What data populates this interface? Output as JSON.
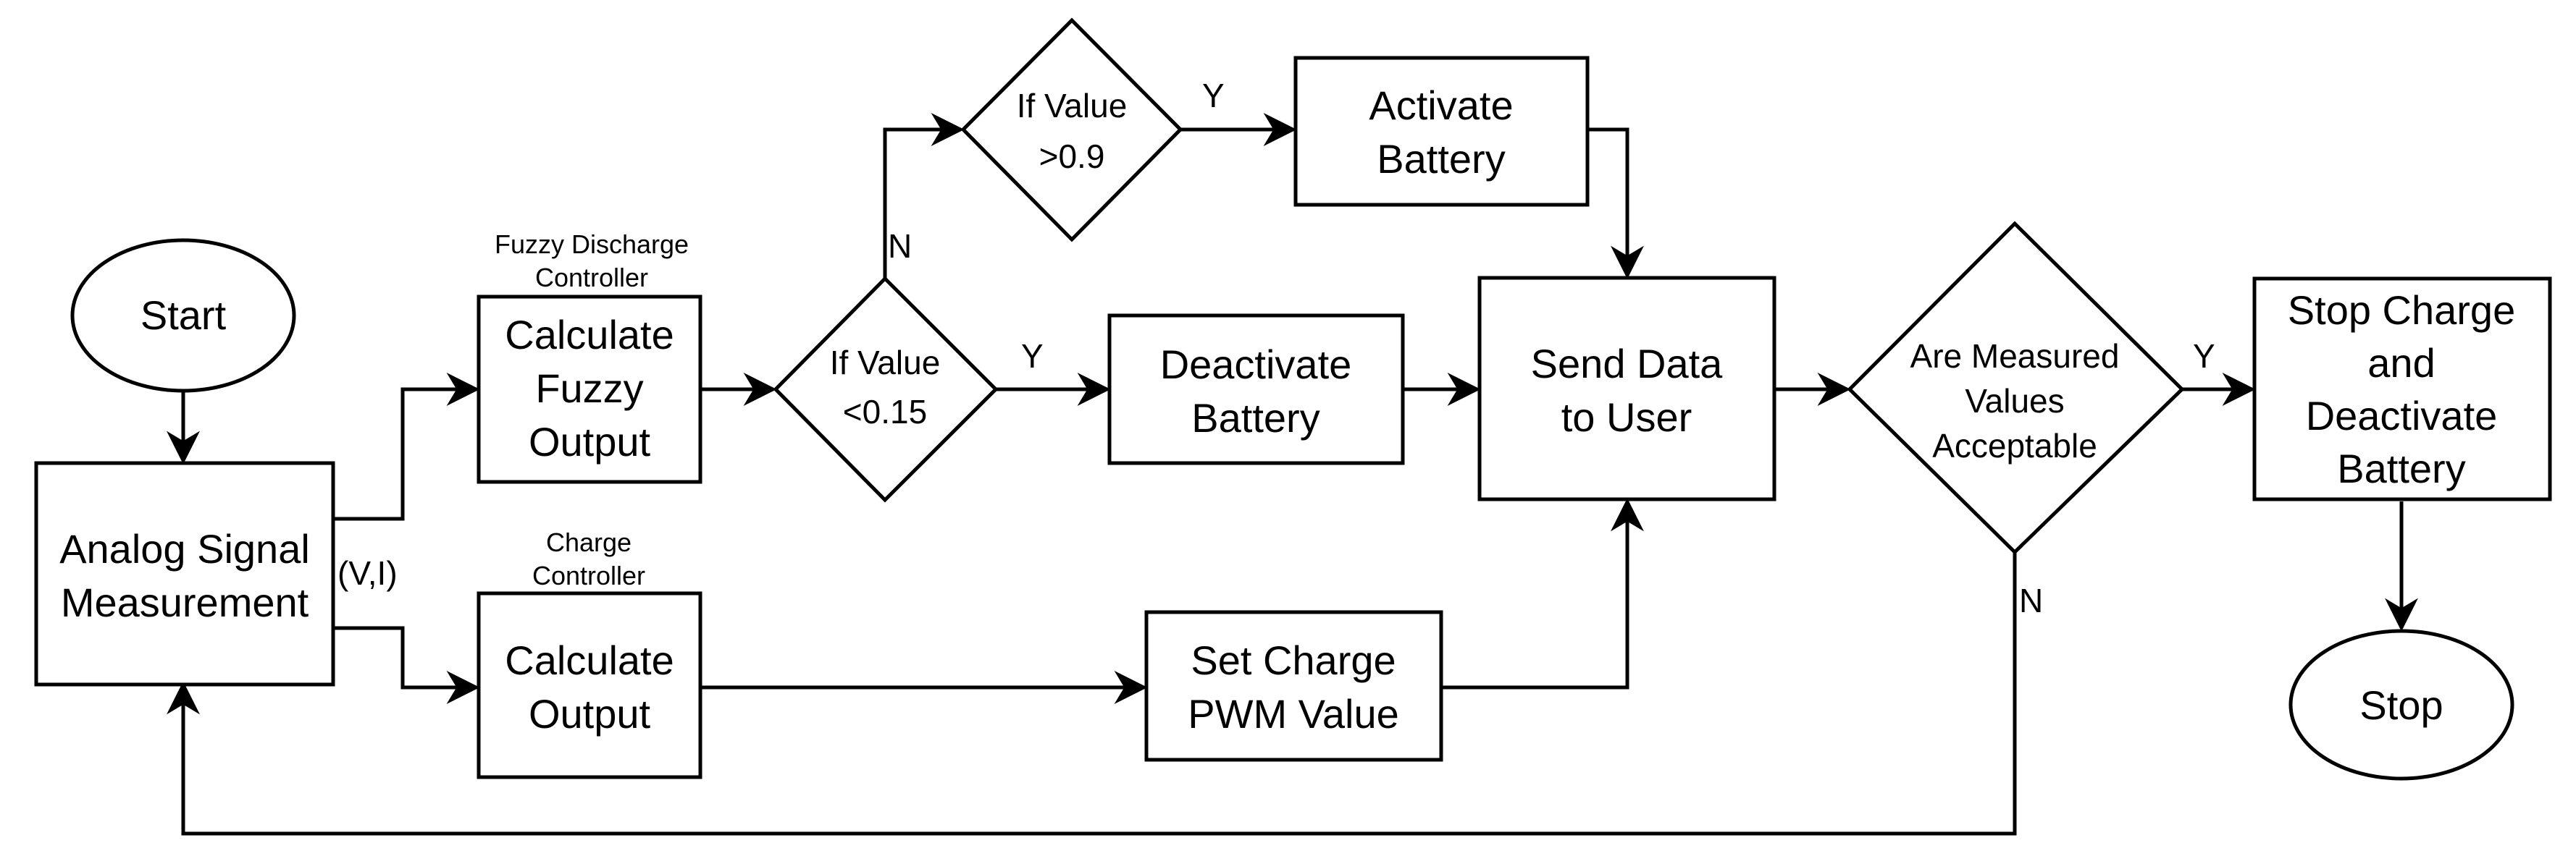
{
  "nodes": {
    "start": "Start",
    "analog": [
      "Analog Signal",
      "Measurement"
    ],
    "fuzzy_caption": [
      "Fuzzy Discharge",
      "Controller"
    ],
    "fuzzy": [
      "Calculate",
      "Fuzzy",
      "Output"
    ],
    "charge_caption": [
      "Charge",
      "Controller"
    ],
    "charge_calc": [
      "Calculate",
      "Output"
    ],
    "cond_low": [
      "If Value",
      "<0.15"
    ],
    "cond_high": [
      "If Value",
      ">0.9"
    ],
    "activate": [
      "Activate",
      "Battery"
    ],
    "deactivate": [
      "Deactivate",
      "Battery"
    ],
    "pwm": [
      "Set Charge",
      "PWM Value"
    ],
    "send": [
      "Send Data",
      "to User"
    ],
    "acceptable": [
      "Are Measured",
      "Values",
      "Acceptable"
    ],
    "stop_charge": [
      "Stop Charge",
      "and",
      "Deactivate",
      "Battery"
    ],
    "stop": "Stop"
  },
  "edge_labels": {
    "vi": "(V,I)",
    "low_yes": "Y",
    "low_no": "N",
    "high_yes": "Y",
    "acc_yes": "Y",
    "acc_no": "N"
  }
}
